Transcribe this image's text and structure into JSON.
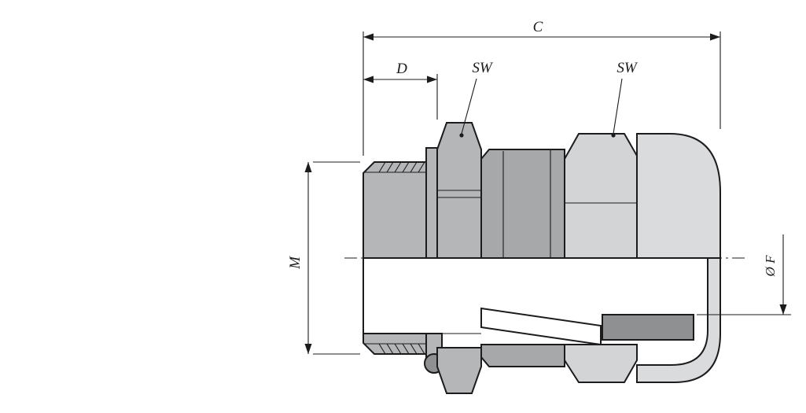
{
  "dimensions": {
    "c": {
      "label": "C"
    },
    "d": {
      "label": "D"
    },
    "m": {
      "label": "M"
    },
    "f": {
      "label": "Ø F"
    },
    "sw_left": {
      "label": "SW"
    },
    "sw_right": {
      "label": "SW"
    }
  },
  "colors": {
    "outline": "#1c1c1e",
    "metal_mid": "#b4b6b8",
    "metal_shaded": "#a6a8aa",
    "metal_light": "#d2d4d6",
    "seal_dark": "#8e9092",
    "background": "#ffffff"
  }
}
